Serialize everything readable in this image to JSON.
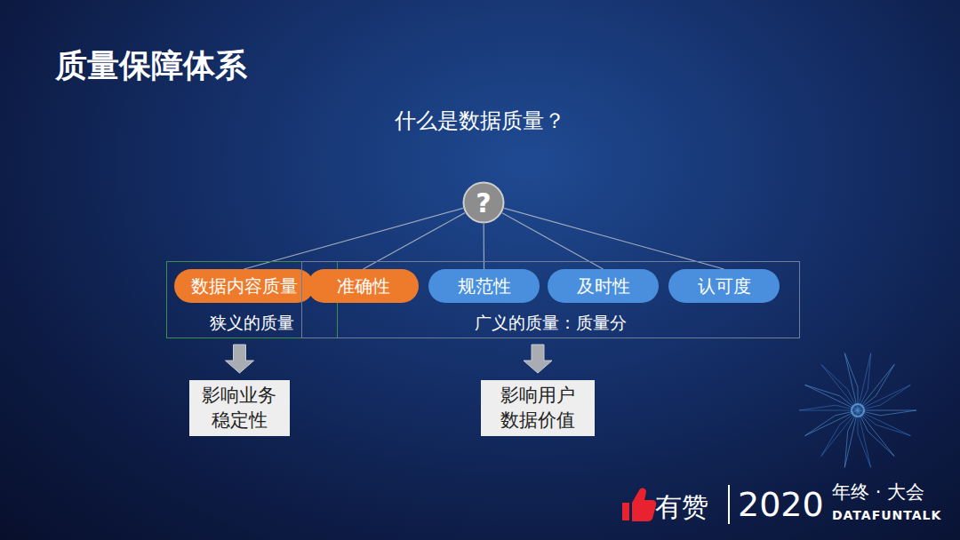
{
  "diagram": {
    "title": "质量保障体系",
    "nodes": [
      {
        "text": [
          "?"
        ]
      },
      {
        "text": [
          "狭义的质量"
        ]
      },
      {
        "text": [
          "数据内容质量"
        ],
        "in": 1
      },
      {
        "text": [
          "广义的质量：质量分"
        ]
      },
      {
        "text": [
          "准确性"
        ],
        "in": 3
      },
      {
        "text": [
          "规范性"
        ],
        "in": 3
      },
      {
        "text": [
          "及时性"
        ],
        "in": 3
      },
      {
        "text": [
          "认可度"
        ],
        "in": 3
      },
      {
        "text": [
          "影响业务 稳定性"
        ]
      },
      {
        "text": [
          "影响用户 数据价值"
        ]
      }
    ],
    "edges": [
      {
        "from": 0,
        "to": 2,
        "arrow": "none"
      },
      {
        "from": 0,
        "to": 4,
        "arrow": "none"
      },
      {
        "from": 0,
        "to": 5,
        "arrow": "none"
      },
      {
        "from": 0,
        "to": 6,
        "arrow": "none"
      },
      {
        "from": 0,
        "to": 7,
        "arrow": "none"
      },
      {
        "from": 1,
        "to": 8,
        "arrow": "to"
      },
      {
        "from": 3,
        "to": 9,
        "arrow": "to"
      }
    ],
    "labels": [
      "什么是数据质量？",
      "有赞",
      "2020",
      "年终 · 大会",
      "DATAFUNTALK"
    ]
  }
}
